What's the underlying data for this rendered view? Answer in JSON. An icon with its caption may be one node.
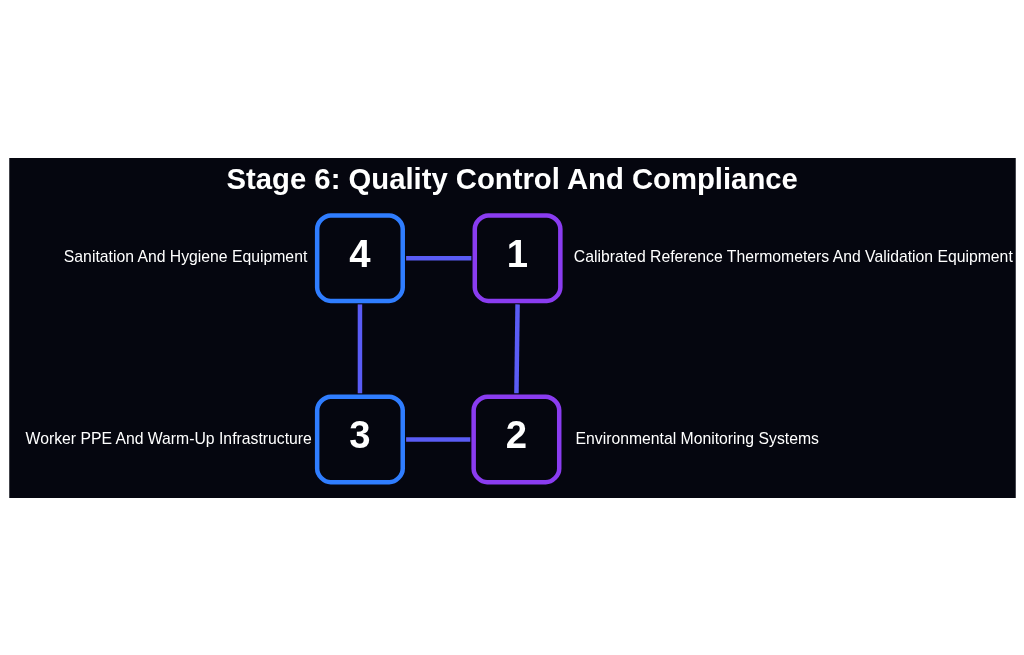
{
  "diagram": {
    "title": "Stage 6: Quality Control And Compliance",
    "nodes": [
      {
        "text": [
          "4"
        ],
        "beside": [
          "Sanitation And Hygiene Equipment"
        ]
      },
      {
        "text": [
          "1"
        ],
        "beside": [
          "Calibrated Reference Thermometers And Validation Equipment"
        ]
      },
      {
        "text": [
          "3"
        ],
        "beside": [
          "Worker PPE And Warm-Up Infrastructure"
        ]
      },
      {
        "text": [
          "2"
        ],
        "beside": [
          "Environmental Monitoring Systems"
        ]
      }
    ],
    "edges": [
      {
        "from": 0,
        "to": 1,
        "arrow": "none"
      },
      {
        "from": 0,
        "to": 2,
        "arrow": "none"
      },
      {
        "from": 1,
        "to": 3,
        "arrow": "none"
      },
      {
        "from": 2,
        "to": 3,
        "arrow": "none"
      }
    ]
  }
}
